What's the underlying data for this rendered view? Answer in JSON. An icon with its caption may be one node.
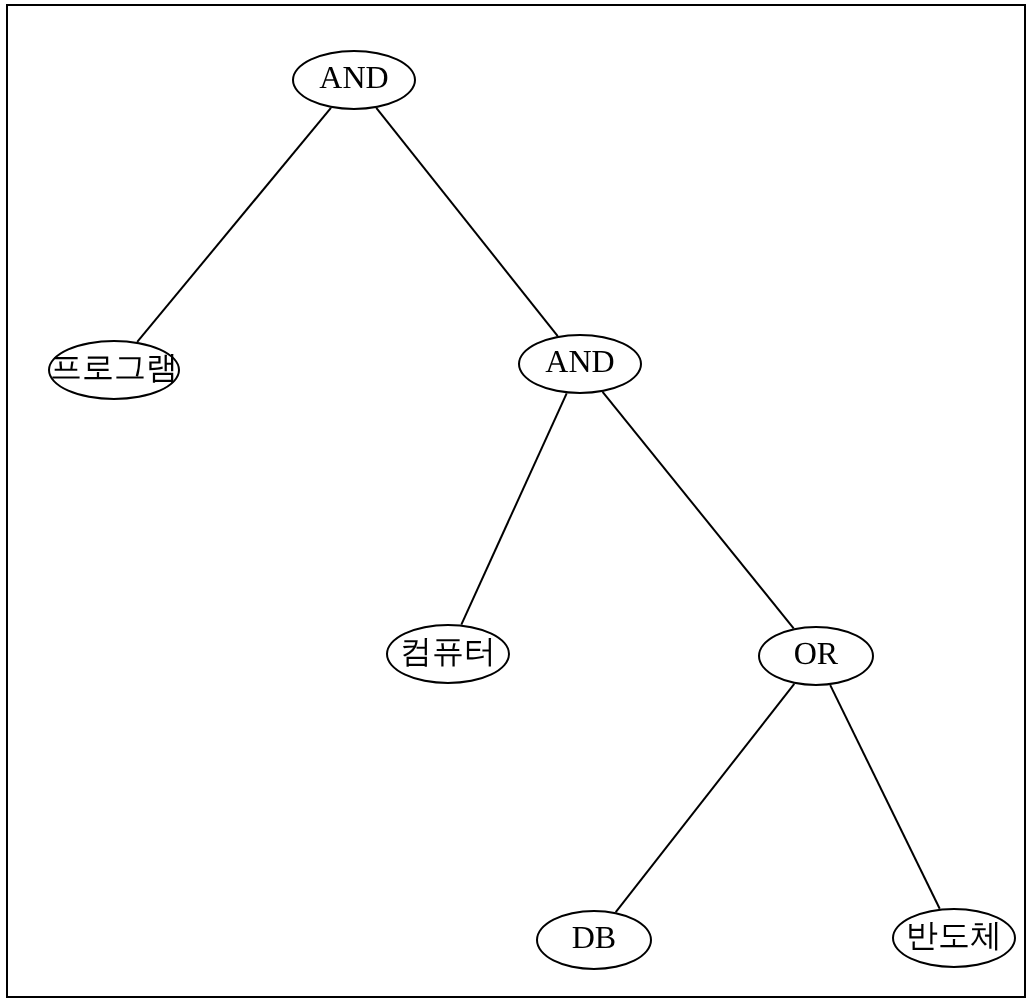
{
  "diagram": {
    "nodes": [
      {
        "text": [
          "AND"
        ]
      },
      {
        "text": [
          "프로그램"
        ]
      },
      {
        "text": [
          "AND"
        ]
      },
      {
        "text": [
          "컴퓨터"
        ]
      },
      {
        "text": [
          "OR"
        ]
      },
      {
        "text": [
          "DB"
        ]
      },
      {
        "text": [
          "반도체"
        ]
      }
    ],
    "edges": [
      {
        "from": 0,
        "to": 1,
        "arrow": "none"
      },
      {
        "from": 0,
        "to": 2,
        "arrow": "none"
      },
      {
        "from": 2,
        "to": 3,
        "arrow": "none"
      },
      {
        "from": 2,
        "to": 4,
        "arrow": "none"
      },
      {
        "from": 4,
        "to": 5,
        "arrow": "none"
      },
      {
        "from": 4,
        "to": 6,
        "arrow": "none"
      }
    ]
  }
}
